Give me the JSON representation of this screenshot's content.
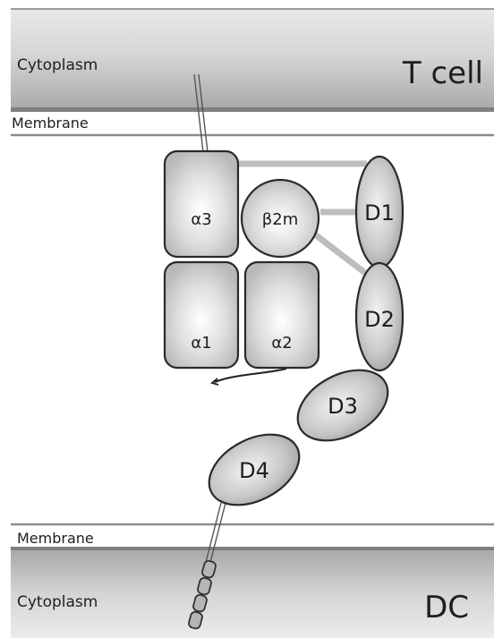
{
  "top_region": {
    "compartment": "Cytoplasm",
    "cell": "T cell",
    "membrane": "Membrane"
  },
  "bottom_region": {
    "membrane": "Membrane",
    "compartment": "Cytoplasm",
    "cell": "DC"
  },
  "domains": {
    "alpha3": "α3",
    "b2m": "β2m",
    "alpha1": "α1",
    "alpha2": "α2",
    "d1": "D1",
    "d2": "D2",
    "d3": "D3",
    "d4": "D4"
  }
}
